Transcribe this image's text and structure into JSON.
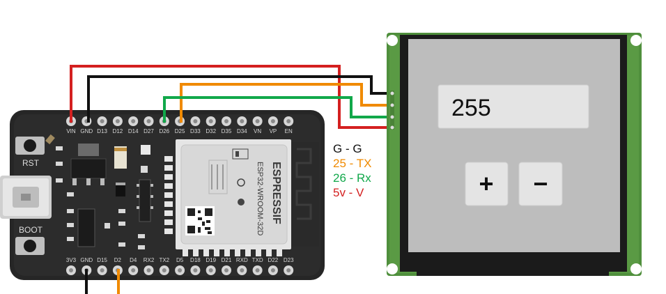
{
  "board": {
    "buttons": {
      "reset": "RST",
      "boot": "BOOT"
    },
    "module": {
      "brand": "ESPRESSIF",
      "model": "ESP32-WROOM-32D"
    },
    "top_pins": [
      "VIN",
      "GND",
      "D13",
      "D12",
      "D14",
      "D27",
      "D26",
      "D25",
      "D33",
      "D32",
      "D35",
      "D34",
      "VN",
      "VP",
      "EN"
    ],
    "bottom_pins": [
      "3V3",
      "GND",
      "D15",
      "D2",
      "D4",
      "RX2",
      "TX2",
      "D5",
      "D18",
      "D19",
      "D21",
      "RXD",
      "TXD",
      "D22",
      "D23"
    ]
  },
  "display": {
    "value": "255",
    "plus_label": "+",
    "minus_label": "−"
  },
  "wiring_legend": [
    {
      "text": "G - G",
      "color": "#111111"
    },
    {
      "text": "25 - TX",
      "color": "#f08a00"
    },
    {
      "text": "26 - Rx",
      "color": "#11a84a"
    },
    {
      "text": "5v - V",
      "color": "#d42020"
    }
  ],
  "wire_colors": {
    "vin": "#d42020",
    "gnd": "#111111",
    "d25": "#f08a00",
    "d26": "#11a84a"
  }
}
